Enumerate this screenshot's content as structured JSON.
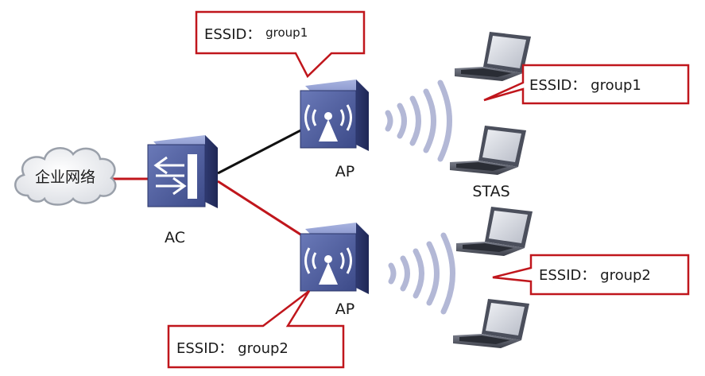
{
  "network": {
    "cloud_label": "企业网络",
    "ac_label": "AC",
    "ap_top_label": "AP",
    "ap_bottom_label": "AP",
    "stas_label": "STAS"
  },
  "callouts": {
    "ap_top": {
      "key": "ESSID：",
      "value": "group1"
    },
    "sta_top": {
      "key": "ESSID：",
      "value": "group1"
    },
    "sta_bottom": {
      "key": "ESSID：",
      "value": "group2"
    },
    "ap_bottom": {
      "key": "ESSID：",
      "value": "group2"
    }
  },
  "colors": {
    "callout_border": "#c0161c",
    "link_red": "#c0161c",
    "link_black": "#111111",
    "device_blue": "#4a5a9c",
    "signal_wave": "#b3b8d6"
  }
}
